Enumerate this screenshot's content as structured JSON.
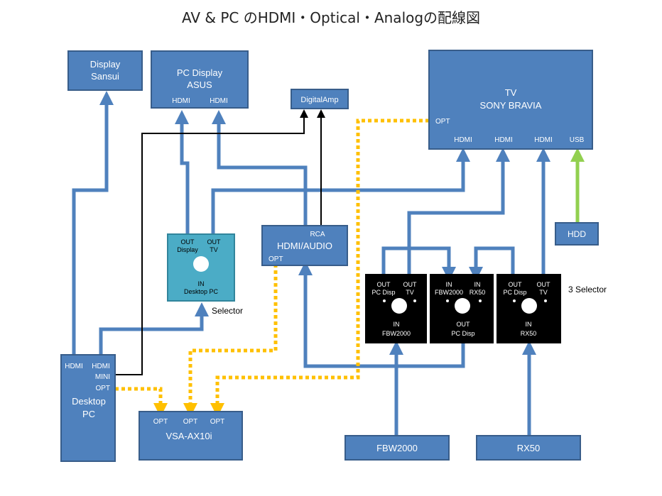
{
  "title": "AV & PC のHDMI・Optical・Analogの配線図",
  "colors": {
    "box": "#4f81bd",
    "box_border": "#385d8a",
    "selector": "#4bacc6",
    "hdmi_line": "#4f81bd",
    "optical_line": "#ffc000",
    "usb_line": "#92d050",
    "analog_line": "#000000",
    "black_box": "#000000"
  },
  "devices": {
    "display_sansui": {
      "line1": "Display",
      "line2": "Sansui"
    },
    "pc_display_asus": {
      "line1": "PC Display",
      "line2": "ASUS",
      "port_left": "HDMI",
      "port_right": "HDMI"
    },
    "digital_amp": {
      "label": "DigitalAmp"
    },
    "tv": {
      "line1": "TV",
      "line2": "SONY BRAVIA",
      "opt": "OPT",
      "ports": [
        "HDMI",
        "HDMI",
        "HDMI",
        "USB"
      ]
    },
    "selector": {
      "out_left_1": "OUT",
      "out_left_2": "Display",
      "out_right_1": "OUT",
      "out_right_2": "TV",
      "in_1": "IN",
      "in_2": "Desktop PC",
      "caption": "Selector"
    },
    "hdmi_audio": {
      "rca": "RCA",
      "label": "HDMI/AUDIO",
      "opt": "OPT"
    },
    "hdd": {
      "label": "HDD"
    },
    "desktop_pc": {
      "port_hdmi1": "HDMI",
      "port_hdmi2": "HDMI",
      "mini": "MINI",
      "opt": "OPT",
      "line1": "Desktop",
      "line2": "PC"
    },
    "vsa": {
      "label": "VSA-AX10i",
      "ports": [
        "OPT",
        "OPT",
        "OPT"
      ]
    },
    "fbw2000": {
      "label": "FBW2000"
    },
    "rx50": {
      "label": "RX50"
    },
    "three_selector": {
      "caption": "3 Selector",
      "sel1": {
        "out_a1": "OUT",
        "out_a2": "PC Disp",
        "out_b1": "OUT",
        "out_b2": "TV",
        "in1": "IN",
        "in2": "FBW2000"
      },
      "sel2": {
        "in_a1": "IN",
        "in_a2": "FBW2000",
        "in_b1": "IN",
        "in_b2": "RX50",
        "out1": "OUT",
        "out2": "PC Disp"
      },
      "sel3": {
        "out_a1": "OUT",
        "out_a2": "PC Disp",
        "out_b1": "OUT",
        "out_b2": "TV",
        "in1": "IN",
        "in2": "RX50"
      }
    }
  }
}
